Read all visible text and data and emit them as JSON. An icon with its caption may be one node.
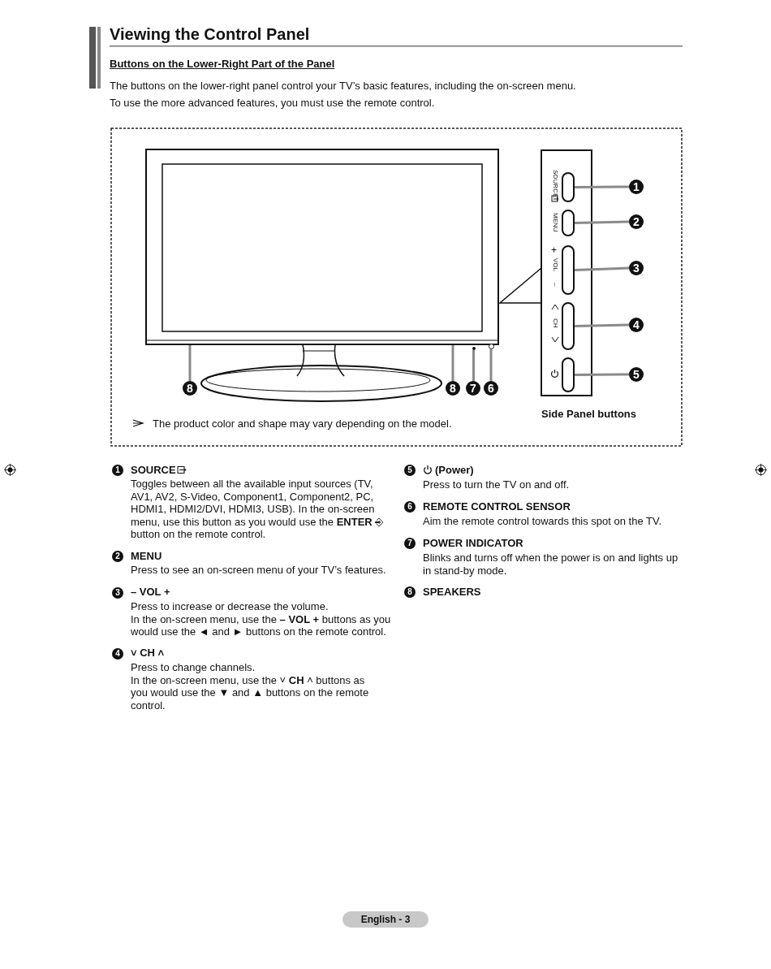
{
  "diagram": {
    "title": "Viewing the Control Panel",
    "nodes": [
      {
        "text": [],
        "shape": "box"
      },
      {
        "text": [],
        "shape": "box"
      },
      {
        "text": [],
        "shape": "box"
      },
      {
        "text": [],
        "shape": "box"
      },
      {
        "text": [],
        "shape": "box"
      },
      {
        "text": [
          "1"
        ]
      },
      {
        "text": [
          "2"
        ]
      },
      {
        "text": [
          "3"
        ]
      },
      {
        "text": [
          "4"
        ]
      },
      {
        "text": [
          "5"
        ]
      },
      {
        "text": [
          "8"
        ]
      },
      {
        "text": [
          "8"
        ]
      },
      {
        "text": [
          "7"
        ]
      },
      {
        "text": [
          "6"
        ]
      },
      {
        "text": [],
        "shape": "circle"
      },
      {
        "text": [],
        "shape": "circle"
      }
    ],
    "edges": [
      {
        "from": 5,
        "to": 0,
        "arrow": "none"
      },
      {
        "from": 6,
        "to": 1,
        "arrow": "none"
      },
      {
        "from": 7,
        "to": 2,
        "arrow": "none"
      },
      {
        "from": 8,
        "to": 3,
        "arrow": "none"
      },
      {
        "from": 9,
        "to": 4,
        "arrow": "none"
      },
      {
        "from": 10,
        "to": null,
        "arrow": "none"
      },
      {
        "from": 11,
        "to": null,
        "arrow": "none"
      },
      {
        "from": 12,
        "to": 14,
        "arrow": "none"
      },
      {
        "from": 13,
        "to": 15,
        "arrow": "none"
      }
    ],
    "labels": [
      "Buttons on the Lower-Right Part of the Panel",
      "The buttons on the lower-right panel control your TV’s basic features, including the on-screen menu.",
      "To use the more advanced features, you must use the remote control.",
      "SOURCE",
      "MENU",
      "+",
      "VOL",
      "–",
      "CH",
      "Side Panel buttons",
      "The product color and shape may vary depending on the model.",
      "1",
      "SOURCE",
      "Toggles between all the available input sources (TV, AV1, AV2, S-Video, Component1, Component2, PC, HDMI1, HDMI2/DVI, HDMI3, USB). In the on-screen menu, use this button as you would use the **ENTER** ⎆ button on the remote control.",
      "2",
      "MENU",
      "Press to see an on-screen menu of your TV’s features.",
      "3",
      "– VOL +",
      "Press to increase or decrease the volume.",
      "In the on-screen menu, use the **– VOL +** buttons as you would use the ◄ and ► buttons on the remote control.",
      "4",
      "˅ CH ˄",
      "Press to change channels.",
      "In the on-screen menu, use the ˅ **CH** ˄ buttons as you would use the ▼ and ▲ buttons on the remote control.",
      "5",
      "(Power)",
      "Press to turn the TV on and off.",
      "6",
      "REMOTE CONTROL SENSOR",
      "Aim the remote control towards this spot on the TV.",
      "7",
      "POWER INDICATOR",
      "Blinks and turns off when the power is on and lights up in stand-by mode.",
      "8",
      "SPEAKERS",
      "English - 3"
    ]
  }
}
